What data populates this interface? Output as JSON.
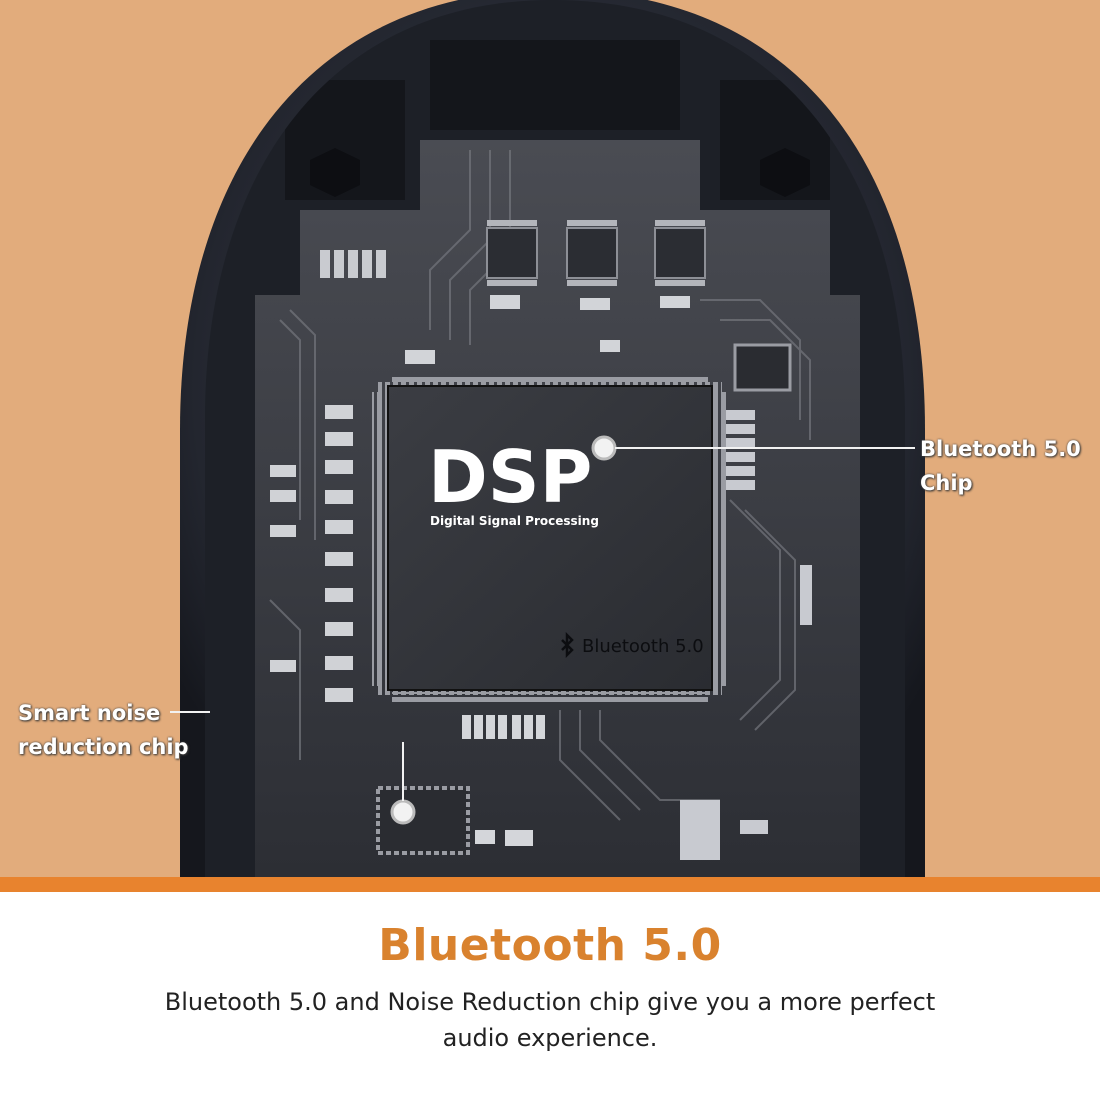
{
  "image": {
    "background_color": "#E2AC7C",
    "accent_color": "#E8832E",
    "headline_color": "#D9822E",
    "chip": {
      "main_label": "DSP",
      "sub_label": "Digital Signal Processing",
      "bluetooth_mark": "Bluetooth 5.0",
      "bluetooth_icon": "bluetooth-icon"
    },
    "callouts": [
      {
        "lines": [
          "Bluetooth 5.0",
          "Chip"
        ]
      },
      {
        "lines": [
          "Smart noise",
          "reduction chip"
        ]
      }
    ]
  },
  "caption": {
    "headline": "Bluetooth 5.0",
    "body": "Bluetooth 5.0 and Noise Reduction chip give you a more perfect audio experience."
  }
}
